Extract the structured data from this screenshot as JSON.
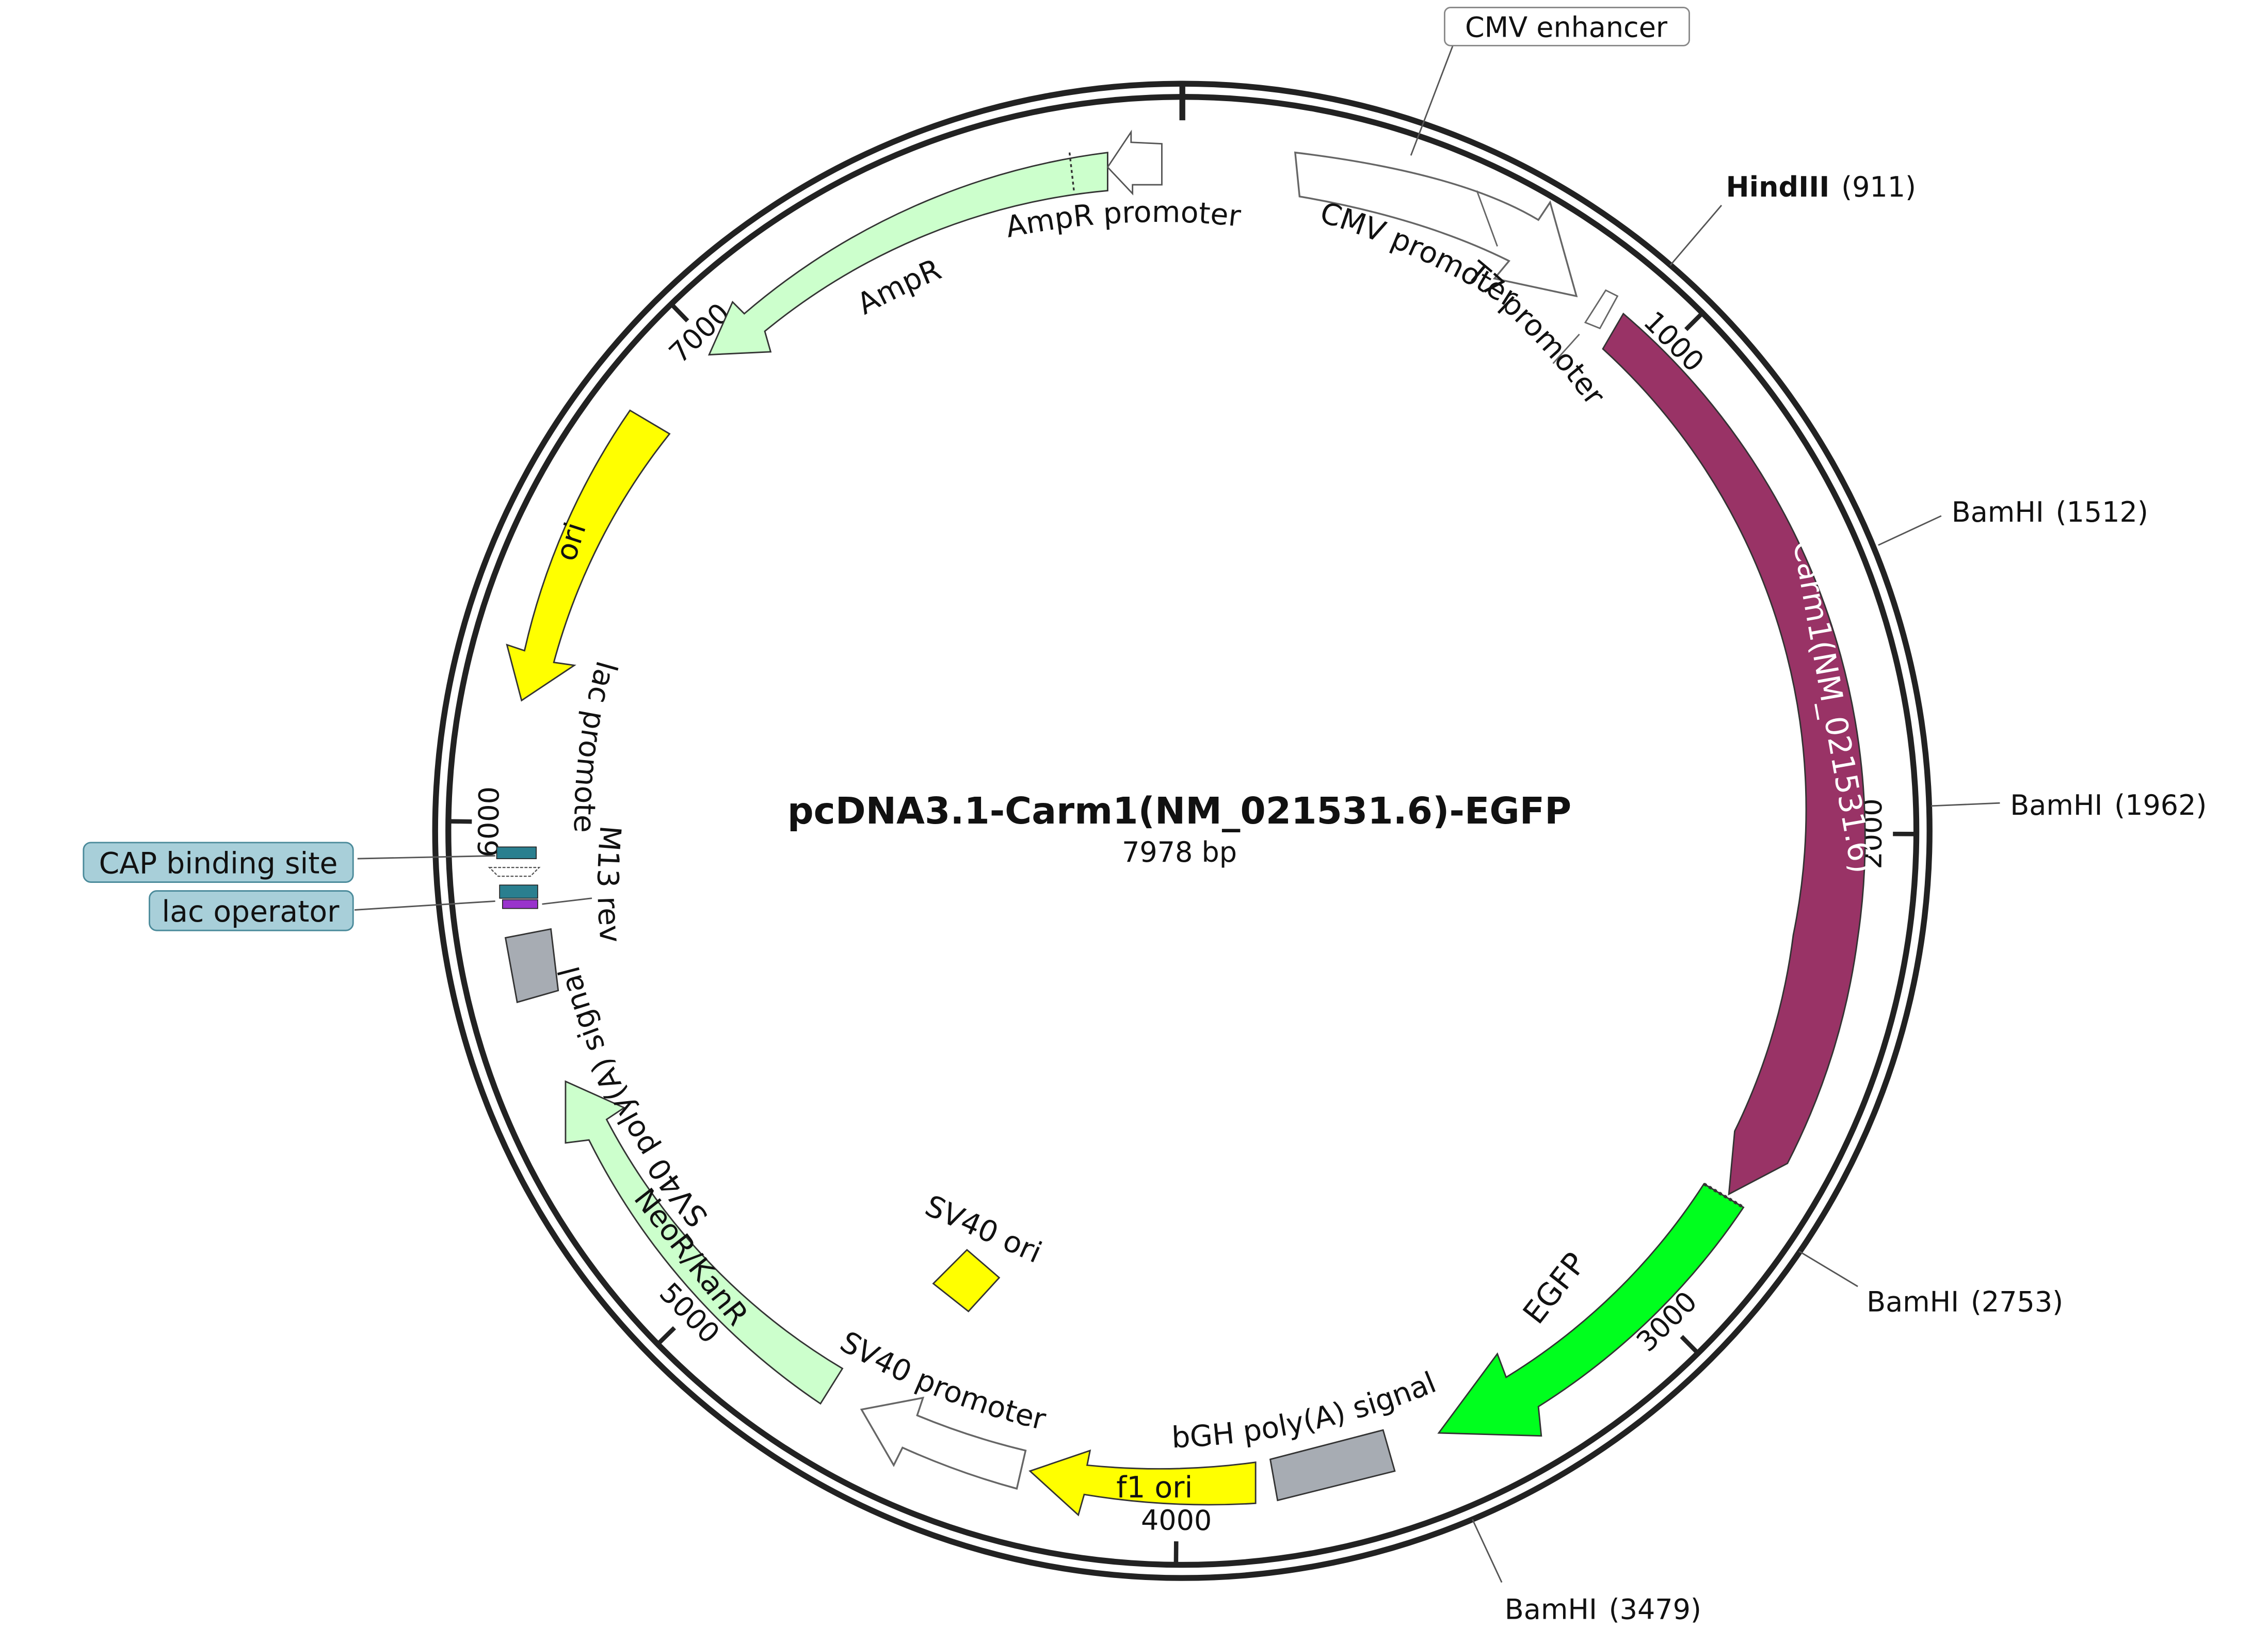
{
  "plasmid": {
    "name": "pcDNA3.1-Carm1(NM_021531.6)-EGFP",
    "length_label": "7978 bp",
    "length": 7978
  },
  "ticks": [
    {
      "pos": 1000,
      "label": "1000"
    },
    {
      "pos": 2000,
      "label": "2000"
    },
    {
      "pos": 3000,
      "label": "3000"
    },
    {
      "pos": 4000,
      "label": "4000"
    },
    {
      "pos": 5000,
      "label": "5000"
    },
    {
      "pos": 6000,
      "label": "6000"
    },
    {
      "pos": 7000,
      "label": "7000"
    }
  ],
  "sites": [
    {
      "name": "HindIII",
      "pos_label": "(911)",
      "pos": 911,
      "bold": true
    },
    {
      "name": "BamHI",
      "pos_label": "(1512)",
      "pos": 1512,
      "bold": false
    },
    {
      "name": "BamHI",
      "pos_label": "(1962)",
      "pos": 1962,
      "bold": false
    },
    {
      "name": "BamHI",
      "pos_label": "(2753)",
      "pos": 2753,
      "bold": false
    },
    {
      "name": "BamHI",
      "pos_label": "(3479)",
      "pos": 3479,
      "bold": false
    }
  ],
  "features": {
    "cmv_enhancer": "CMV enhancer",
    "cmv_promoter": "CMV promoter",
    "t7_promoter": "T7 promoter",
    "carm1": "Carm1(NM_021531.6)",
    "egfp": "EGFP",
    "bgh_polya": "bGH poly(A) signal",
    "f1_ori": "f1 ori",
    "sv40_promoter": "SV40 promoter",
    "sv40_ori": "SV40 ori",
    "neor": "NeoR/KanR",
    "sv40_polya": "SV40 poly(A) signal",
    "m13_rev": "M13 rev",
    "lac_promoter": "lac promoter",
    "cap_binding_site": "CAP binding site",
    "lac_operator": "lac operator",
    "ori": "ori",
    "ampr": "AmpR",
    "ampr_promoter": "AmpR promoter"
  },
  "colors": {
    "carm1": "#993366",
    "egfp": "#00ff1e",
    "ori": "#ffff00",
    "ampr": "#ccffcc",
    "neor": "#ccffcc",
    "gray": "#a7acb3",
    "cap": "#2a7f8f",
    "lac_op": "#9933cc",
    "label_box": "#a8cfd9"
  }
}
